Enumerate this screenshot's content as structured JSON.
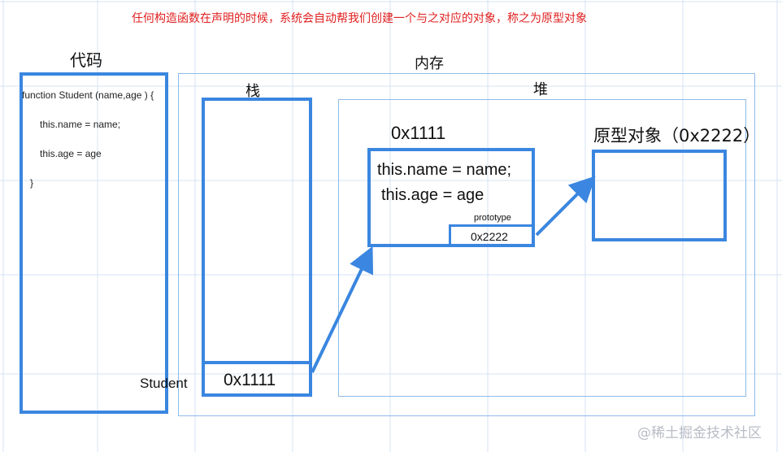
{
  "header": {
    "title": "任何构造函数在声明的时候，系统会自动帮我们创建一个与之对应的对象，称之为原型对象"
  },
  "code_panel": {
    "heading": "代码",
    "lines": [
      "function Student (name,age ) {",
      "this.name = name;",
      "this.age = age",
      "}"
    ]
  },
  "memory": {
    "heading": "内存",
    "stack": {
      "heading": "栈",
      "var_label": "Student",
      "var_value": "0x1111"
    },
    "heap": {
      "heading": "堆",
      "instance": {
        "address": "0x1111",
        "line1": "this.name = name;",
        "line2": "this.age = age",
        "proto_label": "prototype",
        "proto_value": "0x2222"
      },
      "prototype_object": {
        "label": "原型对象（0x2222）"
      }
    }
  },
  "watermark": "@稀土掘金技术社区",
  "colors": {
    "accent": "#3a86e0",
    "title": "#e02020",
    "grid": "#c9d9ee"
  }
}
